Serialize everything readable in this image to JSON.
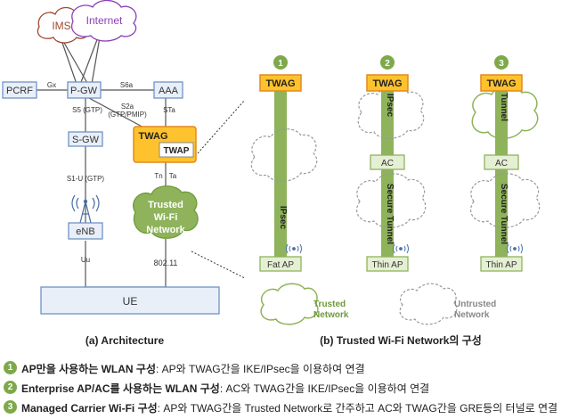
{
  "clouds": {
    "ims": "IMS",
    "internet": "Internet"
  },
  "nodes": {
    "pcrf": "PCRF",
    "pgw": "P-GW",
    "aaa": "AAA",
    "sgw": "S-GW",
    "twag": "TWAG",
    "twap": "TWAP",
    "enb": "eNB",
    "ue": "UE",
    "trusted_net_line1": "Trusted",
    "trusted_net_line2": "Wi-Fi",
    "trusted_net_line3": "Network"
  },
  "interfaces": {
    "gx": "Gx",
    "s6a": "S6a",
    "s5": "S5 (GTP)",
    "s2a": "S2a",
    "s2a_proto": "(GTP/PMIP)",
    "sta": "STa",
    "tn": "Tn",
    "ta": "Ta",
    "s1u": "S1-U (GTP)",
    "uu": "Uu",
    "wifi": "802.11"
  },
  "panel_b": {
    "columns": [
      {
        "number": "1",
        "top": "TWAG",
        "tunnel": "IPsec",
        "bottom": "Fat AP"
      },
      {
        "number": "2",
        "top": "TWAG",
        "upper_tunnel": "IPsec",
        "middle": "AC",
        "lower_tunnel": "Secure Tunnel",
        "bottom": "Thin AP"
      },
      {
        "number": "3",
        "top": "TWAG",
        "upper_tunnel": "Tunnel",
        "middle": "AC",
        "lower_tunnel": "Secure Tunnel",
        "bottom": "Thin AP"
      }
    ],
    "legend_trusted_line1": "Trusted",
    "legend_trusted_line2": "Network",
    "legend_untrusted_line1": "Untrusted",
    "legend_untrusted_line2": "Network"
  },
  "captions": {
    "a": "(a) Architecture",
    "b": "(b) Trusted Wi-Fi Network의 구성"
  },
  "legend": [
    {
      "number": "1",
      "bold": "AP만을 사용하는 WLAN 구성",
      "rest": ": AP와 TWAG간을 IKE/IPsec을 이용하여 연결"
    },
    {
      "number": "2",
      "bold": "Enterprise AP/AC를 사용하는 WLAN 구성",
      "rest": ": AC와 TWAG간을 IKE/IPsec을 이용하여 연결"
    },
    {
      "number": "3",
      "bold": "Managed Carrier Wi-Fi 구성",
      "rest": ": AP와 TWAG간을 Trusted Network로 간주하고 AC와 TWAG간을 GRE등의 터널로 연결"
    }
  ],
  "colors": {
    "node_border": "#6f93c4",
    "node_fill": "#e8eff9",
    "twag_fill": "#fdc22d",
    "twag_border": "#e3891c",
    "green": "#8fb35b",
    "green_light": "#e5efd4",
    "green_text": "#6f9a3c",
    "ims_cloud": "#9e4a2e",
    "internet_cloud": "#8a3fb5"
  }
}
